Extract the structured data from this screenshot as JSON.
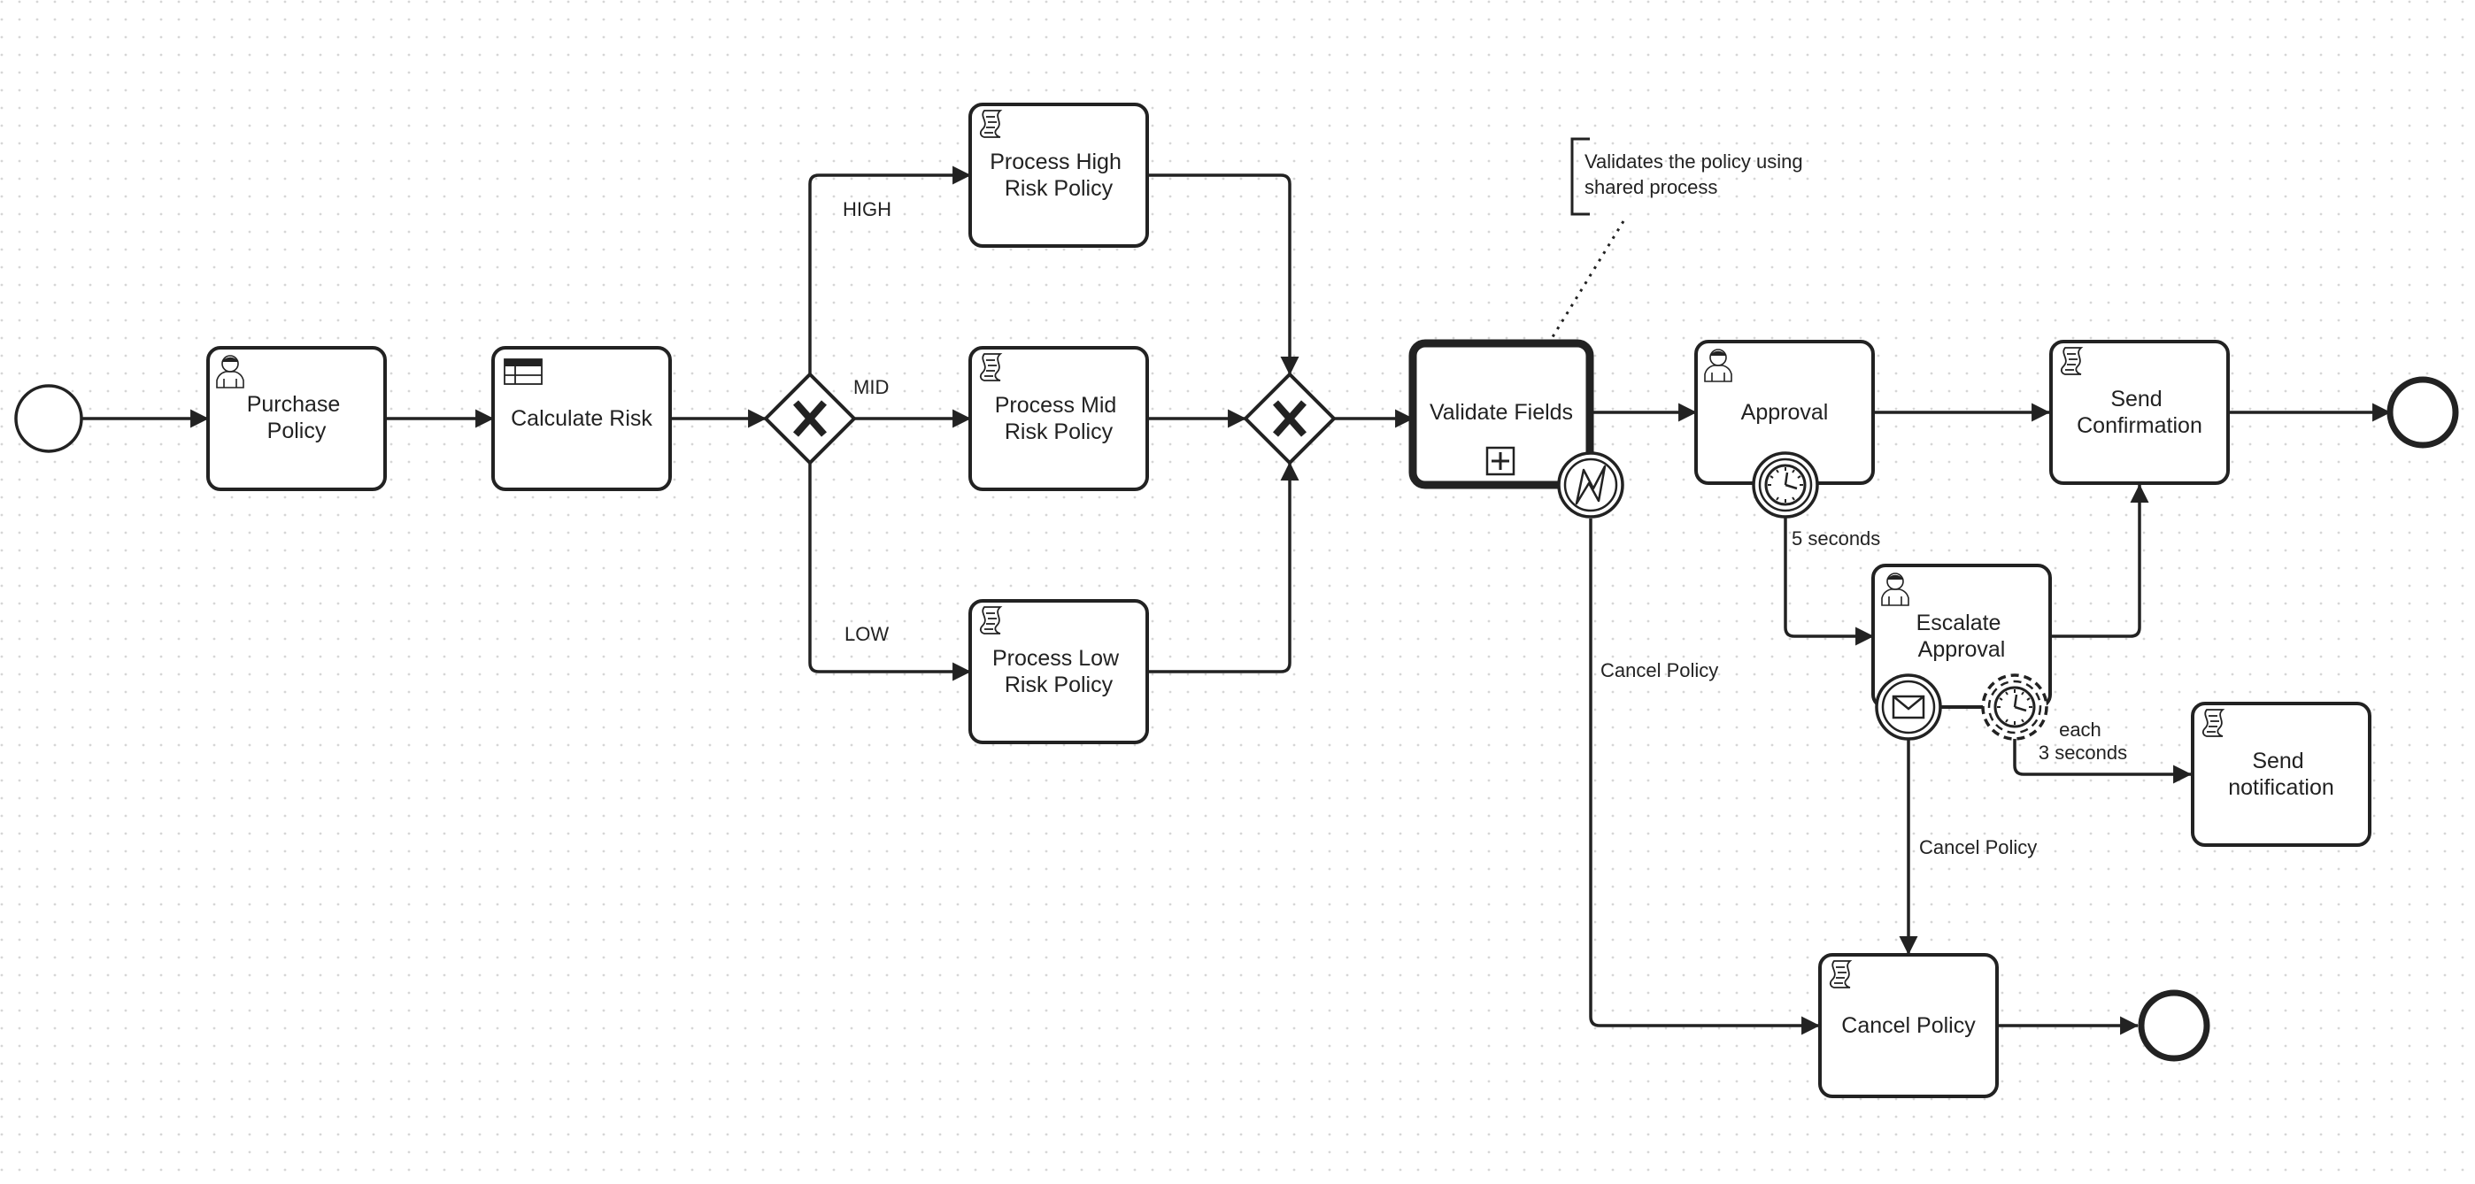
{
  "tasks": {
    "purchase": [
      "Purchase",
      "Policy"
    ],
    "calc_risk": [
      "Calculate Risk"
    ],
    "high": [
      "Process High",
      "Risk Policy"
    ],
    "mid": [
      "Process Mid",
      "Risk Policy"
    ],
    "low": [
      "Process Low",
      "Risk Policy"
    ],
    "validate": [
      "Validate Fields"
    ],
    "approval": [
      "Approval"
    ],
    "send_confirm": [
      "Send",
      "Confirmation"
    ],
    "escalate": [
      "Escalate",
      "Approval"
    ],
    "send_notif": [
      "Send",
      "notification"
    ],
    "cancel": [
      "Cancel Policy"
    ]
  },
  "labels": {
    "high": "HIGH",
    "mid": "MID",
    "low": "LOW",
    "cancel_from_validate": "Cancel Policy",
    "cancel_from_escalate": "Cancel Policy",
    "timer_5s": "5 seconds",
    "each_3s": [
      "each",
      "3 seconds"
    ]
  },
  "annotation": [
    "Validates the policy using",
    "shared process"
  ]
}
